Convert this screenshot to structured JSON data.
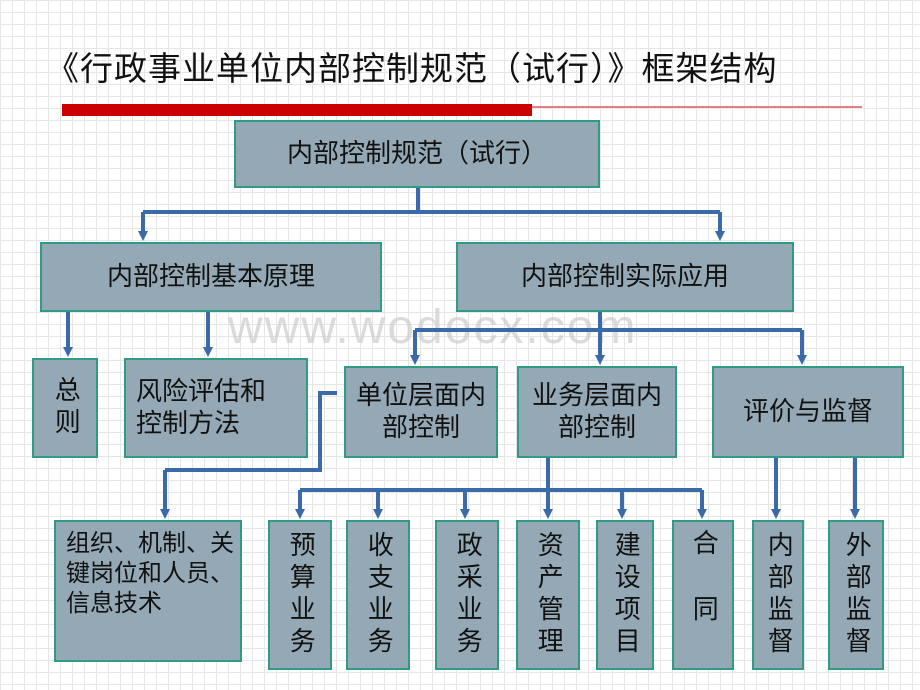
{
  "title": "《行政事业单位内部控制规范（试行）》框架结构",
  "watermark": "www.wodocx.com",
  "nodes": {
    "root": "内部控制规范（试行）",
    "principles": "内部控制基本原理",
    "application": "内部控制实际应用",
    "general": "总则",
    "risk": "风险评估和控制方法",
    "unit_level": "单位层面内部控制",
    "business_level": "业务层面内部控制",
    "evaluation": "评价与监督",
    "org": "组织、机制、关键岗位和人员、信息技术",
    "budget": "预算业务",
    "revenue": "收支业务",
    "procurement": "政采业务",
    "assets": "资产管理",
    "construction": "建设项目",
    "contract": "合同",
    "internal_supervision": "内部监督",
    "external_supervision": "外部监督"
  },
  "colors": {
    "box_fill": "#94a9b5",
    "box_border": "#2f9b82",
    "arrow": "#3a6aa8",
    "accent_bar": "#cc0000"
  }
}
